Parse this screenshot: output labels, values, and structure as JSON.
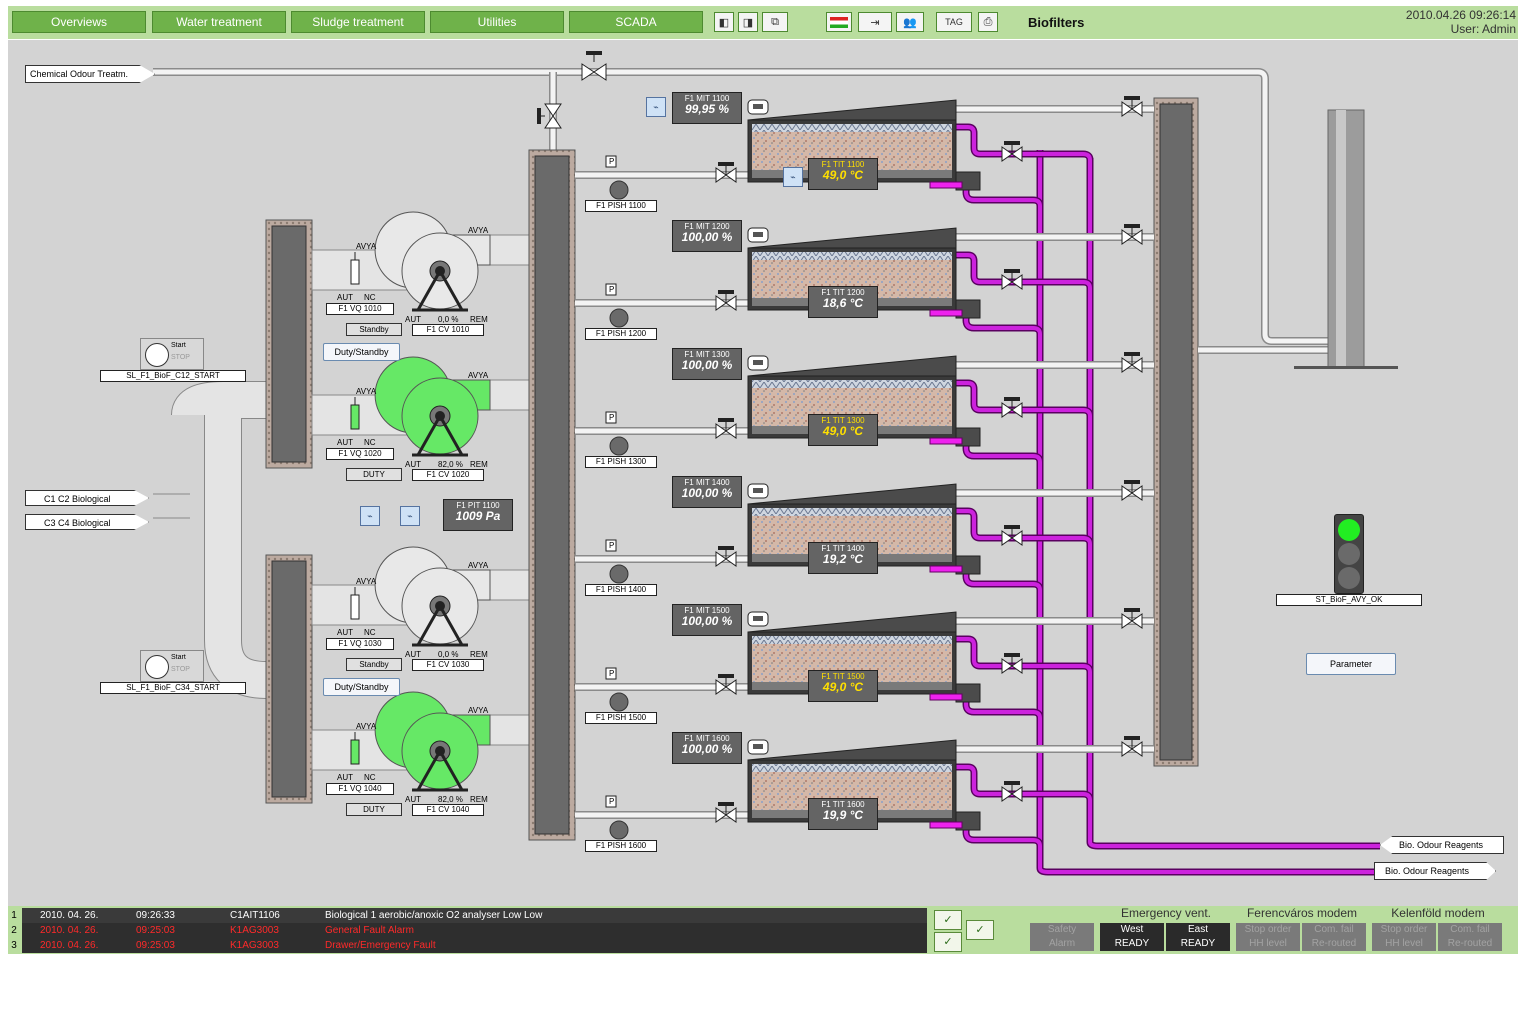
{
  "nav": {
    "buttons": [
      "Overviews",
      "Water treatment",
      "Sludge treatment",
      "Utilities",
      "SCADA"
    ],
    "icons": [
      "back-page-icon",
      "next-page-icon",
      "previous-page-icon",
      "language-flag-icon",
      "transfer-icon",
      "users-icon",
      "tag-icon",
      "print-icon"
    ],
    "tag_label": "TAG",
    "title": "Biofilters",
    "datetime": "2010.04.26 09:26:14",
    "user": "User: Admin"
  },
  "inlets": {
    "chemical": "Chemical Odour Treatm.",
    "c1c2": "C1 C2 Biological",
    "c3c4": "C3 C4 Biological"
  },
  "outlets": {
    "reagents1": "Bio. Odour Reagents",
    "reagents2": "Bio. Odour Reagents"
  },
  "starts": [
    {
      "label": "SL_F1_BioF_C12_START",
      "start": "Start",
      "stop": "STOP"
    },
    {
      "label": "SL_F1_BioF_C34_START",
      "start": "Start",
      "stop": "STOP"
    }
  ],
  "duty_buttons": [
    "Duty/Standby",
    "Duty/Standby"
  ],
  "fans": [
    {
      "valve": "F1 VQ 1010",
      "fan": "F1 CV 1010",
      "avya1": "AVYA",
      "avya2": "AVYA",
      "aut": "AUT",
      "nc": "NC",
      "aut2": "AUT",
      "value": "0,0 %",
      "rem": "REM",
      "status": "Standby",
      "active": false
    },
    {
      "valve": "F1 VQ 1020",
      "fan": "F1 CV 1020",
      "avya1": "AVYA",
      "avya2": "AVYA",
      "aut": "AUT",
      "nc": "NC",
      "aut2": "AUT",
      "value": "82,0 %",
      "rem": "REM",
      "status": "DUTY",
      "active": true
    },
    {
      "valve": "F1 VQ 1030",
      "fan": "F1 CV 1030",
      "avya1": "AVYA",
      "avya2": "AVYA",
      "aut": "AUT",
      "nc": "NC",
      "aut2": "AUT",
      "value": "0,0 %",
      "rem": "REM",
      "status": "Standby",
      "active": false
    },
    {
      "valve": "F1 VQ 1040",
      "fan": "F1 CV 1040",
      "avya1": "AVYA",
      "avya2": "AVYA",
      "aut": "AUT",
      "nc": "NC",
      "aut2": "AUT",
      "value": "82,0 %",
      "rem": "REM",
      "status": "DUTY",
      "active": true
    }
  ],
  "pressure": {
    "tag": "F1 PIT 1100",
    "value": "1009 Pa"
  },
  "filters": [
    {
      "mit": "F1 MIT 1100",
      "mit_val": "99,95 %",
      "tit": "F1 TIT 1100",
      "tit_val": "49,0 °C",
      "pish": "F1 PISH 1100",
      "warn": true
    },
    {
      "mit": "F1 MIT 1200",
      "mit_val": "100,00 %",
      "tit": "F1 TIT 1200",
      "tit_val": "18,6 °C",
      "pish": "F1 PISH 1200",
      "warn": false
    },
    {
      "mit": "F1 MIT 1300",
      "mit_val": "100,00 %",
      "tit": "F1 TIT 1300",
      "tit_val": "49,0 °C",
      "pish": "F1 PISH 1300",
      "warn": true
    },
    {
      "mit": "F1 MIT 1400",
      "mit_val": "100,00 %",
      "tit": "F1 TIT 1400",
      "tit_val": "19,2 °C",
      "pish": "F1 PISH 1400",
      "warn": false
    },
    {
      "mit": "F1 MIT 1500",
      "mit_val": "100,00 %",
      "tit": "F1 TIT 1500",
      "tit_val": "49,0 °C",
      "pish": "F1 PISH 1500",
      "warn": true
    },
    {
      "mit": "F1 MIT 1600",
      "mit_val": "100,00 %",
      "tit": "F1 TIT 1600",
      "tit_val": "19,9 °C",
      "pish": "F1 PISH 1600",
      "warn": false
    }
  ],
  "pswitch_symbol": "P",
  "traffic": {
    "label": "ST_BioF_AVY_OK",
    "state": "green"
  },
  "parameter_button": "Parameter",
  "alarms": [
    {
      "n": "1",
      "date": "2010. 04. 26.",
      "time": "09:26:33",
      "tag": "C1AIT1106",
      "text": "Biological 1 aerobic/anoxic O2 analyser Low Low",
      "color": "#ffffff"
    },
    {
      "n": "2",
      "date": "2010. 04. 26.",
      "time": "09:25:03",
      "tag": "K1AG3003",
      "text": "General Fault Alarm",
      "color": "#ff2a2a"
    },
    {
      "n": "3",
      "date": "2010. 04. 26.",
      "time": "09:25:03",
      "tag": "K1AG3003",
      "text": "Drawer/Emergency Fault",
      "color": "#ff2a2a"
    }
  ],
  "status": {
    "safety": [
      "Safety",
      "Alarm"
    ],
    "emergency": {
      "title": "Emergency vent.",
      "west": [
        "West",
        "READY"
      ],
      "east": [
        "East",
        "READY"
      ]
    },
    "ferencvaros": {
      "title": "Ferencváros modem",
      "b": [
        "Stop order",
        "Com. fail",
        "HH level",
        "Re-routed"
      ]
    },
    "kelenfold": {
      "title": "Kelenföld modem",
      "b": [
        "Stop order",
        "Com. fail",
        "HH level",
        "Re-routed"
      ]
    }
  },
  "colors": {
    "header": "#b9dd9e",
    "nav_button": "#6fb24a",
    "panel": "#d3d3d3",
    "fan_active": "#66e866",
    "reagent_pipe": "#b000c0",
    "alarm_red": "#ff2a2a"
  }
}
